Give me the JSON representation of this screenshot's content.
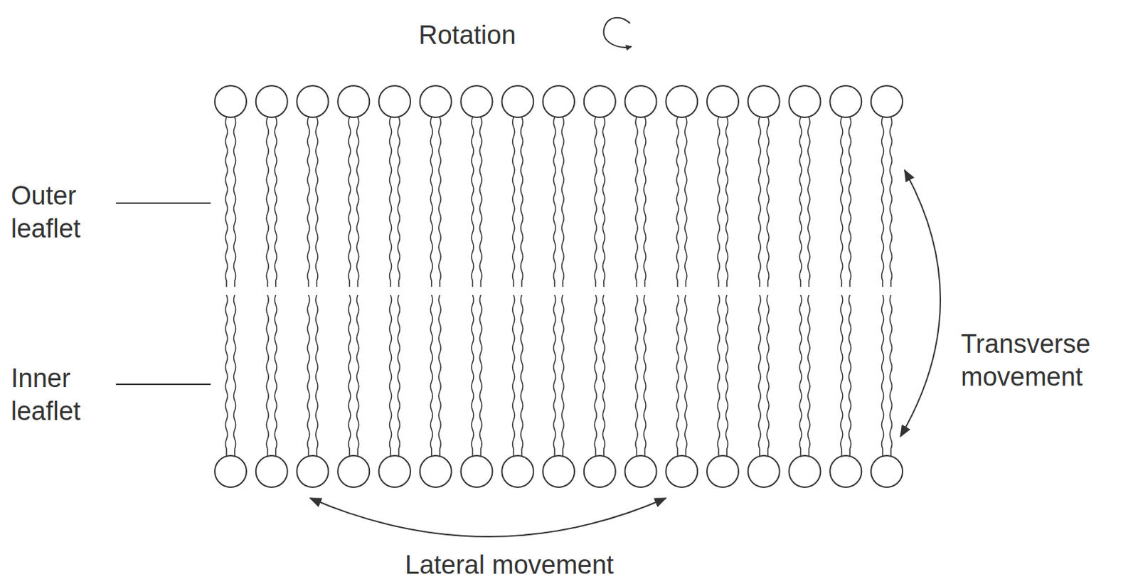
{
  "diagram": {
    "labels": [
      "Rotation",
      "Outer leaflet",
      "Inner leaflet",
      "Transverse movement",
      "Lateral movement"
    ]
  }
}
